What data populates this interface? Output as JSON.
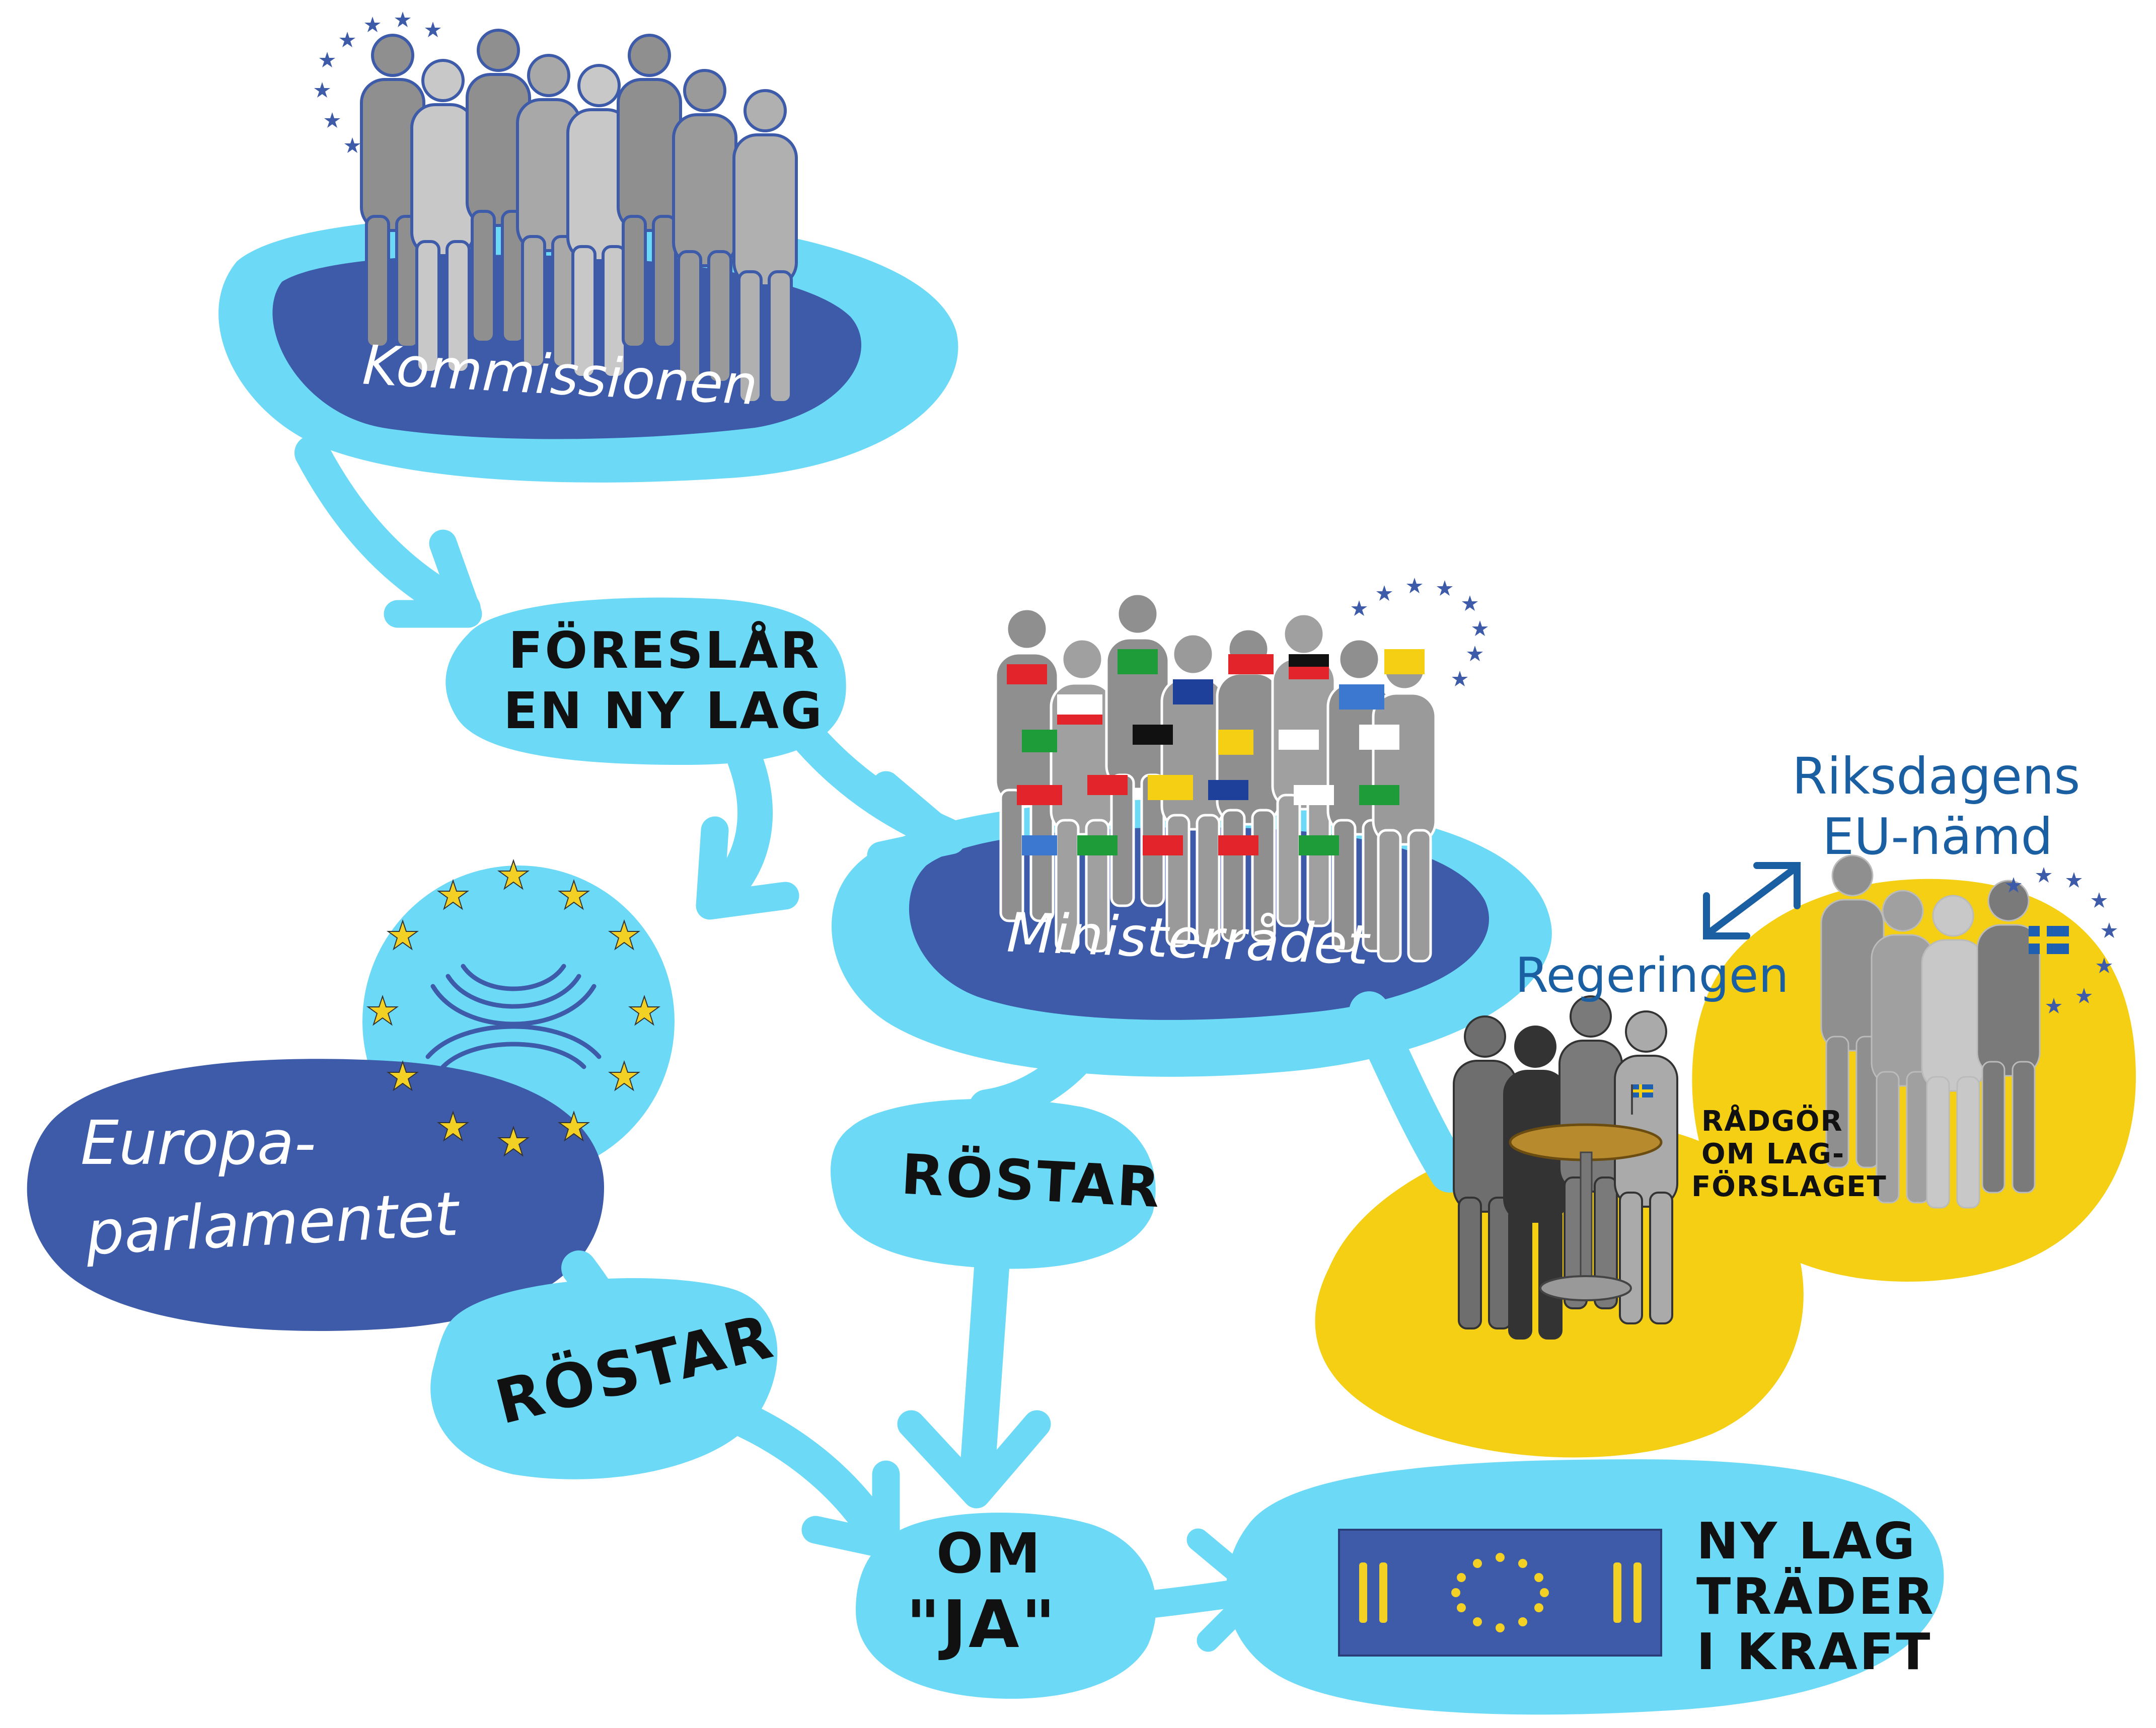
{
  "colors": {
    "light_blue": "#6cdaf6",
    "dark_blue": "#3d5ba8",
    "yellow": "#f4cf14",
    "gold_star": "#f2d024",
    "figure_gray": "#8f8f8f",
    "figure_light": "#c8c8c8",
    "text_dark": "#111111",
    "text_blue": "#1b5fa3"
  },
  "nodes": {
    "kommissionen": "Kommissionen",
    "ministerradet": "Ministerrådet",
    "europaparlamentet": {
      "line1": "Europa-",
      "line2": "parlamentet"
    },
    "regeringen": "Regeringen",
    "eu_namnd": {
      "line1": "Riksdagens",
      "line2": "EU-nämd"
    }
  },
  "steps": {
    "foreslar": {
      "line1": "FÖRESLÅR",
      "line2": "EN NY LAG"
    },
    "rostar_council": "RÖSTAR",
    "rostar_parliament": "RÖSTAR",
    "om_ja": {
      "line1": "OM",
      "line2": "\"JA\""
    },
    "radgor": {
      "line1": "RÅDGÖR",
      "line2": "OM LAG-",
      "line3": "FÖRSLAGET"
    },
    "ny_lag": {
      "line1": "NY LAG",
      "line2": "TRÄDER",
      "line3": "I KRAFT"
    }
  },
  "icons": {
    "commission_people": "group-of-people-icon",
    "council_people": "people-with-flags-icon",
    "parliament": "eu-parliament-emblem-icon",
    "government": "government-at-podium-icon",
    "committee_people": "committee-people-icon",
    "law_flag": "eu-flag-icon",
    "swedish_flag": "swedish-flag-icon",
    "eu_stars": "eu-stars-icon",
    "arrows": "flow-arrow-icon",
    "double_arrow": "double-arrow-icon"
  }
}
